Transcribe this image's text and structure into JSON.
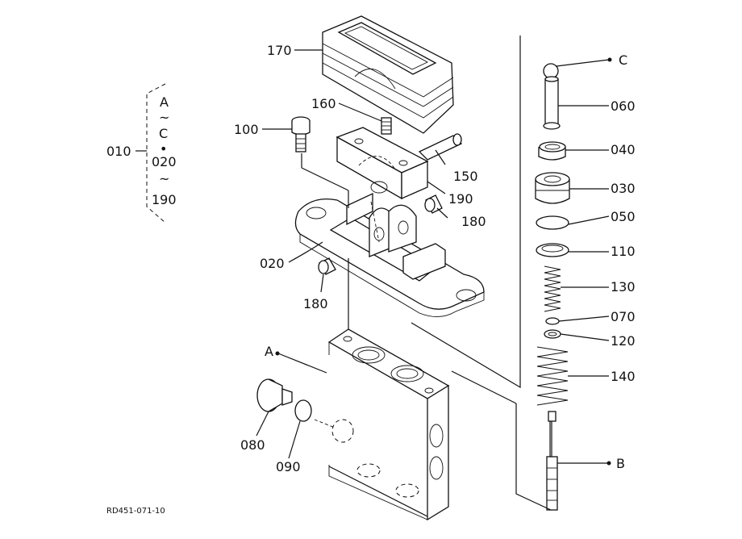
{
  "drawing_code": "RD451-071-10",
  "legend": {
    "line1": "A",
    "tilde1": "~",
    "line2": "C",
    "dot": "•",
    "line3": "020",
    "tilde2": "~",
    "line4": "190",
    "assembly_no": "010"
  },
  "callouts": [
    {
      "id": "p170",
      "text": "170"
    },
    {
      "id": "p160",
      "text": "160"
    },
    {
      "id": "p100",
      "text": "100"
    },
    {
      "id": "p150",
      "text": "150"
    },
    {
      "id": "p190",
      "text": "190"
    },
    {
      "id": "p180a",
      "text": "180"
    },
    {
      "id": "p020",
      "text": "020"
    },
    {
      "id": "p180b",
      "text": "180"
    },
    {
      "id": "pA",
      "text": "A"
    },
    {
      "id": "p080",
      "text": "080"
    },
    {
      "id": "p090",
      "text": "090"
    },
    {
      "id": "pC",
      "text": "C"
    },
    {
      "id": "p060",
      "text": "060"
    },
    {
      "id": "p040",
      "text": "040"
    },
    {
      "id": "p030",
      "text": "030"
    },
    {
      "id": "p050",
      "text": "050"
    },
    {
      "id": "p110",
      "text": "110"
    },
    {
      "id": "p130",
      "text": "130"
    },
    {
      "id": "p070",
      "text": "070"
    },
    {
      "id": "p120",
      "text": "120"
    },
    {
      "id": "p140",
      "text": "140"
    },
    {
      "id": "pB",
      "text": "B"
    }
  ]
}
